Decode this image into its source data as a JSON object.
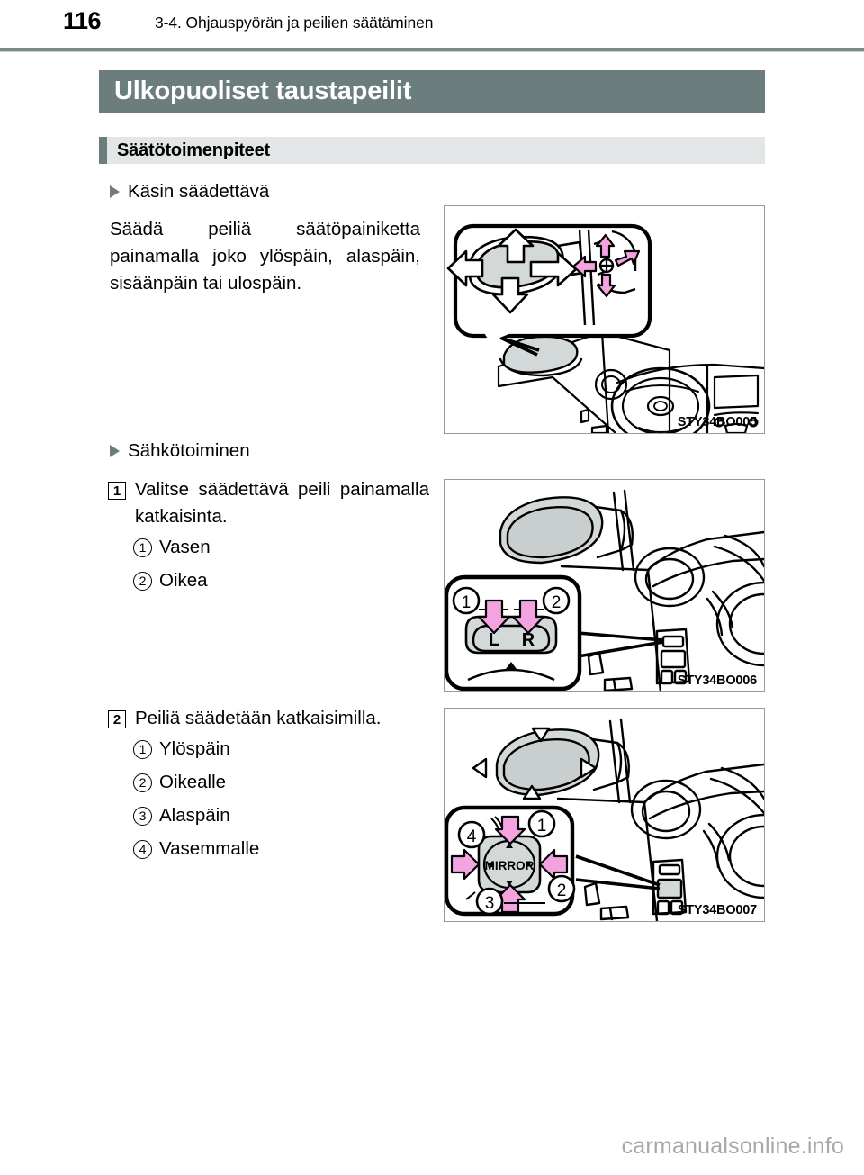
{
  "header": {
    "page_number": "116",
    "breadcrumb": "3-4. Ohjauspyörän ja peilien säätäminen"
  },
  "chapter": {
    "title": "Ulkopuoliset taustapeilit"
  },
  "section": {
    "title": "Säätötoimenpiteet"
  },
  "content": {
    "subhead_manual": "Käsin säädettävä",
    "manual_paragraph": "Säädä peiliä säätöpainiketta painamalla joko ylöspäin, alaspäin, sisäänpäin tai ulospäin.",
    "subhead_power": "Sähkötoiminen",
    "step1": {
      "number": "1",
      "text": "Valitse säädettävä peili painamalla katkaisinta.",
      "items": [
        {
          "num": "1",
          "label": "Vasen"
        },
        {
          "num": "2",
          "label": "Oikea"
        }
      ]
    },
    "step2": {
      "number": "2",
      "text": "Peiliä säädetään katkaisimilla.",
      "items": [
        {
          "num": "1",
          "label": "Ylöspäin"
        },
        {
          "num": "2",
          "label": "Oikealle"
        },
        {
          "num": "3",
          "label": "Alaspäin"
        },
        {
          "num": "4",
          "label": "Vasemmalle"
        }
      ]
    }
  },
  "figures": [
    {
      "code": "STY34BO005",
      "caption_alt": "Käsisäätöisen ulkopeilin säätövipu ja peilin liikesuunnat",
      "callout_labels": []
    },
    {
      "code": "STY34BO006",
      "caption_alt": "Sähköpeilin valintakatkaisin L / R",
      "switch_left_label": "L",
      "switch_right_label": "R",
      "callout_labels": [
        "1",
        "2"
      ]
    },
    {
      "code": "STY34BO007",
      "caption_alt": "Sähköpeilin säätökatkaisin MIRROR",
      "switch_label": "MIRROR",
      "callout_labels": [
        "1",
        "2",
        "3",
        "4"
      ]
    }
  ],
  "watermark": "carmanualsonline.info",
  "colors": {
    "accent_dark": "#6b7d7d",
    "section_bg": "#e2e6e6",
    "arrow_pink": "#f3a4e0",
    "mirror_gray": "#d3d8d8",
    "panel_border": "#9a9a9a",
    "watermark_gray": "#a8a8a8"
  }
}
